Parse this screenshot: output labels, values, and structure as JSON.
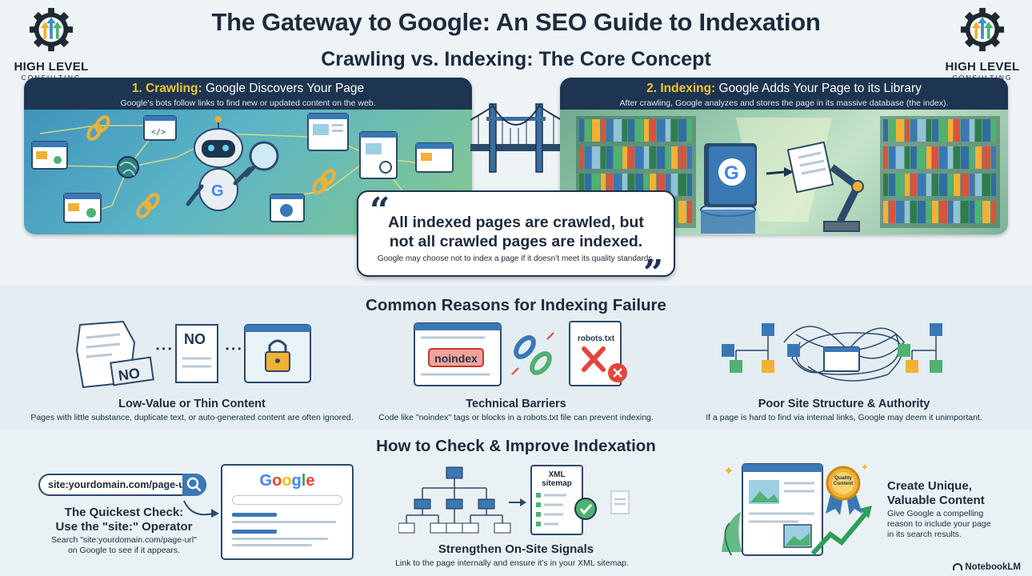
{
  "title": "The Gateway to Google: An SEO Guide to Indexation",
  "subtitle": "Crawling vs. Indexing: The Core Concept",
  "logo": {
    "name": "HIGH LEVEL",
    "sub": "CONSULTING"
  },
  "crawling": {
    "number": "1. Crawling:",
    "heading": "Google Discovers Your Page",
    "desc": "Google’s bots follow links to find new or updated content on the web."
  },
  "indexing": {
    "number": "2. Indexing:",
    "heading": "Google Adds Your Page to its Library",
    "desc": "After crawling, Google analyzes and stores the page in its massive database (the index)."
  },
  "quote": {
    "line1": "All indexed pages are crawled, but",
    "line2": "not all crawled pages are indexed.",
    "note": "Google may choose not to index a page if it doesn’t meet its quality standards."
  },
  "reasons_title": "Common Reasons for Indexing Failure",
  "reasons": [
    {
      "title": "Low-Value or Thin Content",
      "desc": "Pages with little substance, duplicate text, or auto-generated content are often ignored.",
      "labels": [
        "NO",
        "NO"
      ]
    },
    {
      "title": "Technical Barriers",
      "desc": "Code like \"noindex\" tags or blocks in a robots.txt file can prevent indexing.",
      "labels": [
        "noindex",
        "robots.txt"
      ]
    },
    {
      "title": "Poor Site Structure & Authority",
      "desc": "If a page is hard to find via internal links, Google may deem it unimportant."
    }
  ],
  "check_title": "How to Check & Improve Indexation",
  "check": {
    "search_value": "site:yourdomain.com/page-url",
    "google_logo": "Google",
    "title_l1": "The Quickest Check:",
    "title_l2": "Use the \"site:\" Operator",
    "desc_l1": "Search \"site:yourdomain.com/page-url\"",
    "desc_l2": "on Google to see if it appears."
  },
  "signals": {
    "sitemap_l1": "XML",
    "sitemap_l2": "sitemap",
    "title": "Strengthen On-Site Signals",
    "desc": "Link to the page internally and ensure it’s in your XML sitemap."
  },
  "content": {
    "badge_l1": "Quality",
    "badge_l2": "Content",
    "title_l1": "Create Unique,",
    "title_l2": "Valuable Content",
    "desc_l1": "Give Google a compelling",
    "desc_l2": "reason to include your page",
    "desc_l3": "in its search results."
  },
  "brand": "NotebookLM",
  "colors": {
    "navy": "#1d3550",
    "accent_yellow": "#f0c53a",
    "google_blue": "#4285f4",
    "alert_red": "#e2463b"
  }
}
